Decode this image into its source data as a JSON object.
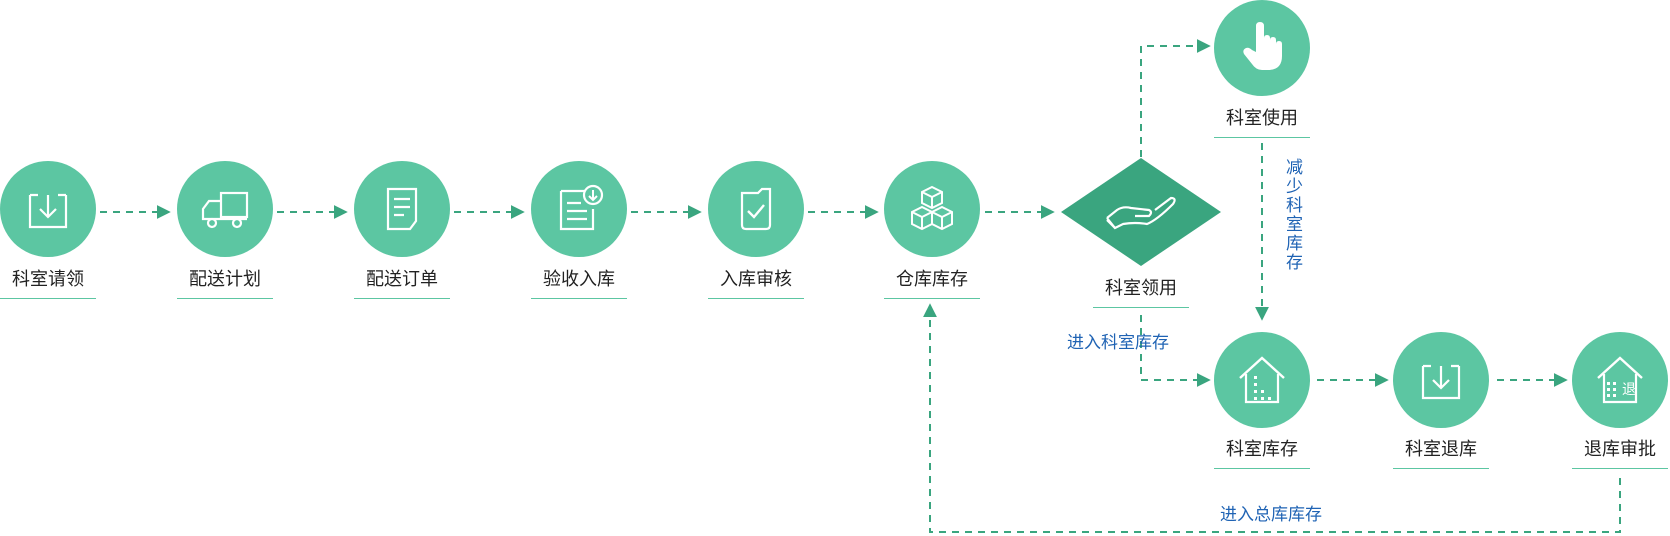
{
  "colors": {
    "node": "#5cc6a2",
    "node_dark": "#3aa57f",
    "line": "#3aa57f",
    "blue_text": "#1f63b4"
  },
  "nodes": {
    "keshi_qingling": {
      "label": "科室请领",
      "icon": "download-tray-icon"
    },
    "peisong_jihua": {
      "label": "配送计划",
      "icon": "truck-icon"
    },
    "peisong_dingdan": {
      "label": "配送订单",
      "icon": "document-icon"
    },
    "yanshou_ruku": {
      "label": "验收入库",
      "icon": "document-download-icon"
    },
    "ruku_shenhe": {
      "label": "入库审核",
      "icon": "checklist-icon"
    },
    "cangku_kucun": {
      "label": "仓库库存",
      "icon": "boxes-icon"
    },
    "keshi_lingyong": {
      "label": "科室领用",
      "icon": "hand-icon"
    },
    "keshi_shiyong": {
      "label": "科室使用",
      "icon": "pointer-hand-icon"
    },
    "keshi_kucun": {
      "label": "科室库存",
      "icon": "building-icon"
    },
    "keshi_tuiku": {
      "label": "科室退库",
      "icon": "download-tray-icon"
    },
    "tuiku_shenpi": {
      "label": "退库审批",
      "icon": "return-building-icon",
      "icon_glyph": "退"
    }
  },
  "edge_labels": {
    "jianshao": "减少科室库存",
    "jinru_keshi": "进入科室库存",
    "jinru_zongku": "进入总库库存"
  }
}
